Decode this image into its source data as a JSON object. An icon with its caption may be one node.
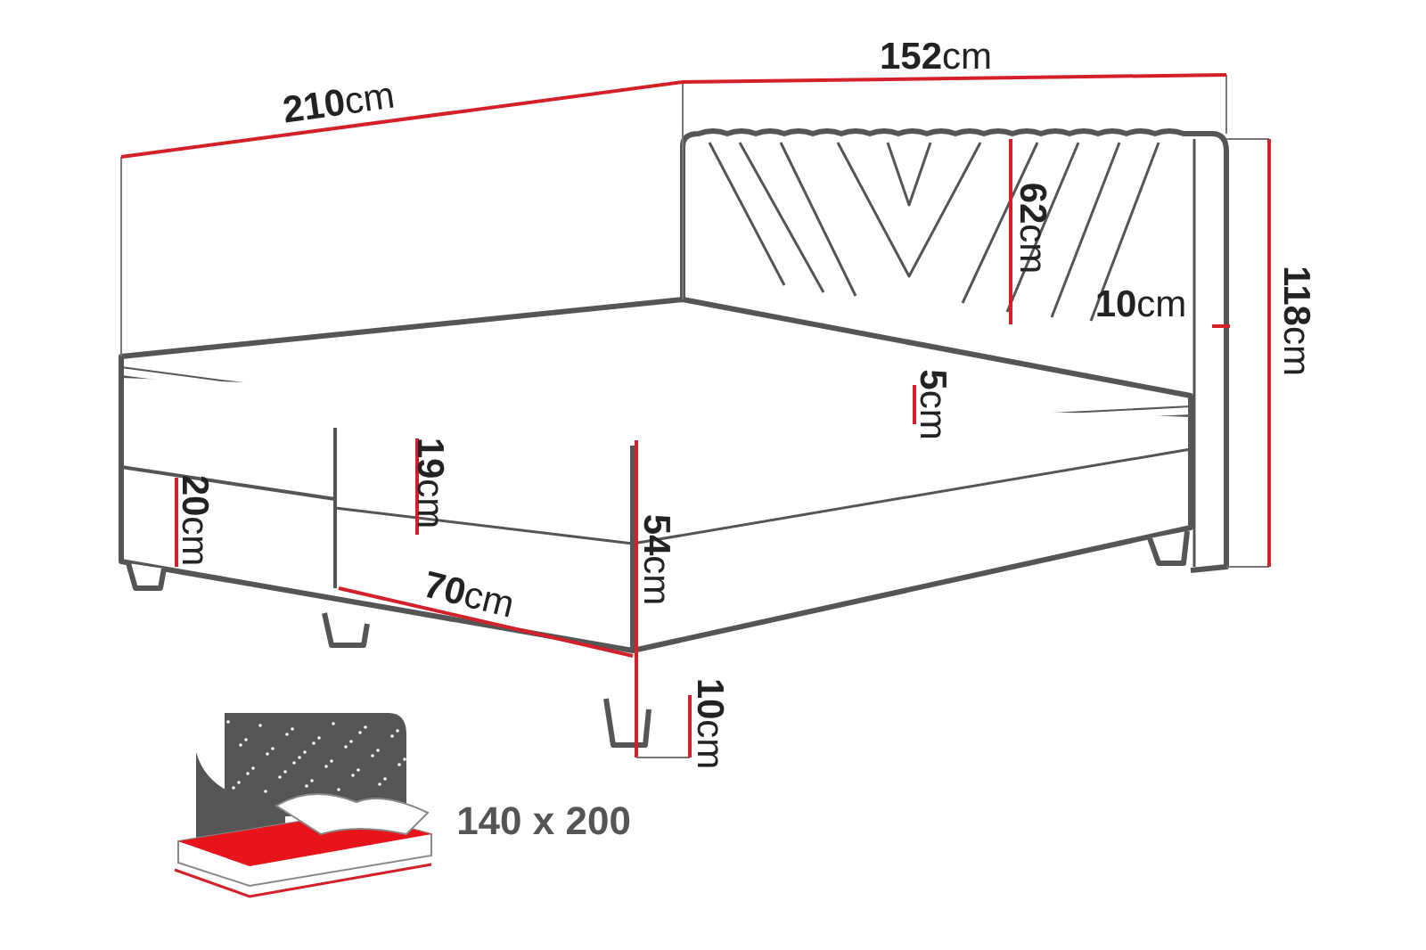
{
  "diagram": {
    "labels": [
      "**210**cm",
      "**152**cm",
      "**62**cm",
      "**10**cm",
      "**118**cm",
      "**5**cm",
      "**19**cm",
      "**20**cm",
      "**54**cm",
      "**70**cm",
      "**10**cm",
      "140 x 200"
    ]
  }
}
